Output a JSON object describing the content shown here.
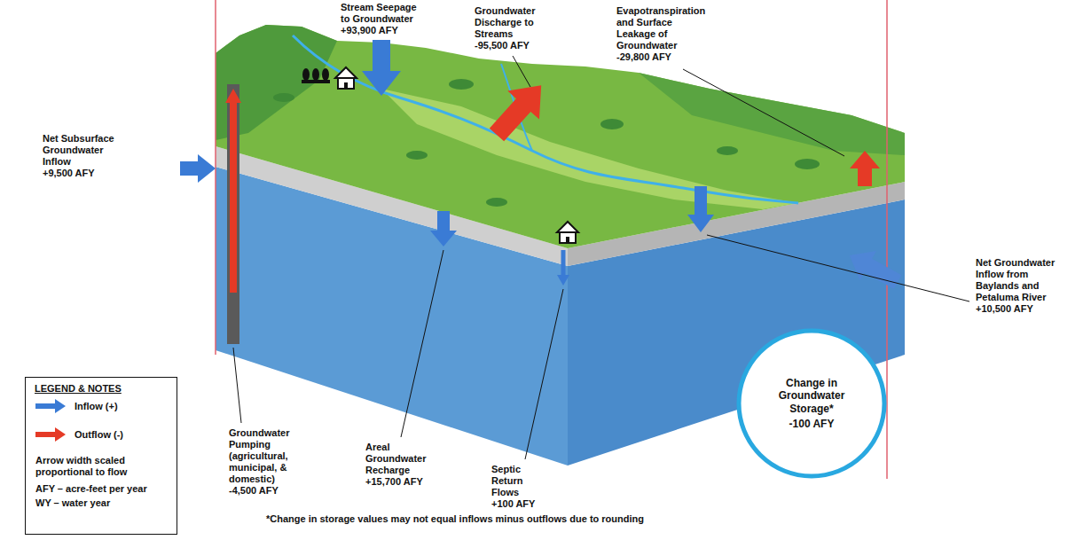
{
  "diagram": {
    "caption": "*Change in storage values may not equal inflows minus outflows due to rounding",
    "nodes": [
      {
        "text": [
          "LEGEND & NOTES"
        ]
      },
      {
        "text": [
          "Change in Groundwater Storage*",
          "-100 AFY"
        ]
      }
    ],
    "labels": [
      "Stream Seepage to Groundwater",
      "+93,900 AFY",
      "Groundwater Discharge to Streams",
      "-95,500 AFY",
      "Evapotranspiration and Surface Leakage of Groundwater",
      "-29,800 AFY",
      "Net Subsurface Groundwater Inflow",
      "+9,500 AFY",
      "Net Groundwater Inflow from Baylands and Petaluma River",
      "+10,500 AFY",
      "Groundwater Pumping (agricultural, municipal, & domestic)",
      "-4,500 AFY",
      "Areal Groundwater Recharge",
      "+15,700 AFY",
      "Septic Return Flows",
      "+100 AFY",
      "Arrow width scaled proportional to flow",
      "AFY – acre-feet per year",
      "WY – water year"
    ],
    "legend": [
      {
        "text": "Inflow (+)"
      },
      {
        "text": "Outflow (-)"
      }
    ]
  }
}
